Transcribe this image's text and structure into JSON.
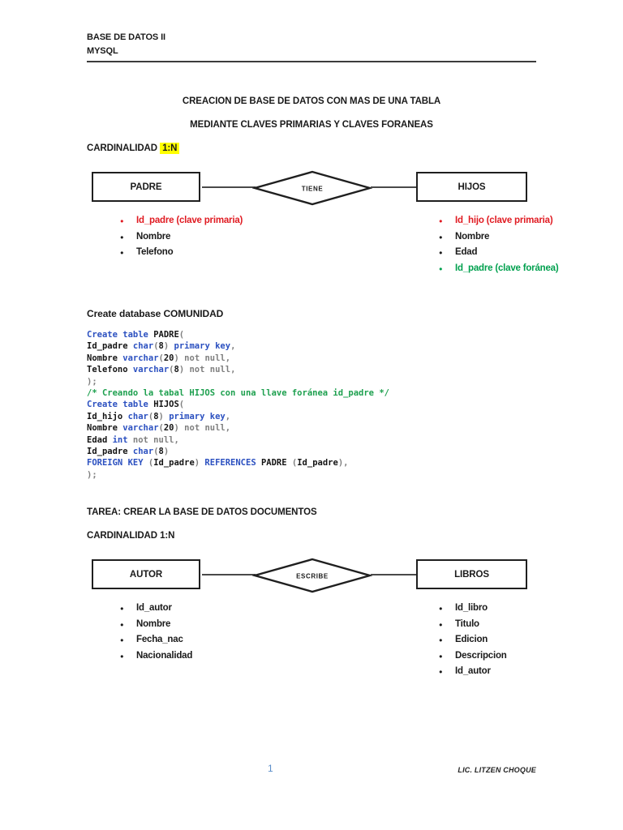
{
  "header": {
    "course": "BASE DE DATOS II",
    "subject": "MYSQL"
  },
  "titles": {
    "main": "CREACION DE BASE DE DATOS CON MAS DE UNA TABLA",
    "sub": "MEDIANTE CLAVES PRIMARIAS Y CLAVES FORANEAS"
  },
  "colors": {
    "highlight_yellow": "#ffff00",
    "attribute_red": "#e01b22",
    "attribute_green": "#00a04e",
    "code_keyword_blue": "#2b50c0",
    "code_comment_green": "#1ea04f",
    "code_muted_gray": "#7f7f7f",
    "page_number_blue": "#5b8dc9"
  },
  "section1": {
    "cardinality_label": "CARDINALIDAD",
    "cardinality_value": "1:N",
    "diagram": {
      "left_entity": "PADRE",
      "relation": "TIENE",
      "right_entity": "HIJOS"
    },
    "left_attributes": [
      {
        "text": "Id_padre (clave primaria)",
        "style": "red"
      },
      {
        "text": "Nombre",
        "style": "plain"
      },
      {
        "text": "Telefono",
        "style": "plain"
      }
    ],
    "right_attributes": [
      {
        "text": "Id_hijo (clave primaria)",
        "style": "red"
      },
      {
        "text": "Nombre",
        "style": "plain"
      },
      {
        "text": "Edad",
        "style": "plain"
      },
      {
        "text": "Id_padre (clave foránea)",
        "style": "green"
      }
    ]
  },
  "create_db_heading": "Create database COMUNIDAD",
  "sql_code": [
    [
      [
        "kw",
        "Create table "
      ],
      [
        "id",
        "PADRE"
      ],
      [
        "pn",
        "("
      ]
    ],
    [
      [
        "id",
        "Id_padre "
      ],
      [
        "kw",
        "char"
      ],
      [
        "pn",
        "("
      ],
      [
        "num",
        "8"
      ],
      [
        "pn",
        ") "
      ],
      [
        "kw",
        "primary key"
      ],
      [
        "pn",
        ","
      ]
    ],
    [
      [
        "id",
        "Nombre "
      ],
      [
        "kw",
        "varchar"
      ],
      [
        "pn",
        "("
      ],
      [
        "num",
        "20"
      ],
      [
        "pn",
        ") "
      ],
      [
        "gr",
        "not null"
      ],
      [
        "pn",
        ","
      ]
    ],
    [
      [
        "id",
        "Telefono "
      ],
      [
        "kw",
        "varchar"
      ],
      [
        "pn",
        "("
      ],
      [
        "num",
        "8"
      ],
      [
        "pn",
        ") "
      ],
      [
        "gr",
        "not null"
      ],
      [
        "pn",
        ","
      ]
    ],
    [
      [
        "pn",
        ");"
      ]
    ],
    [
      [
        "cm",
        "/* Creando la tabal HIJOS con una llave foránea id_padre */"
      ]
    ],
    [
      [
        "kw",
        "Create table "
      ],
      [
        "id",
        "HIJOS"
      ],
      [
        "pn",
        "("
      ]
    ],
    [
      [
        "id",
        "Id_hijo "
      ],
      [
        "kw",
        "char"
      ],
      [
        "pn",
        "("
      ],
      [
        "num",
        "8"
      ],
      [
        "pn",
        ") "
      ],
      [
        "kw",
        "primary key"
      ],
      [
        "pn",
        ","
      ]
    ],
    [
      [
        "id",
        "Nombre "
      ],
      [
        "kw",
        "varchar"
      ],
      [
        "pn",
        "("
      ],
      [
        "num",
        "20"
      ],
      [
        "pn",
        ") "
      ],
      [
        "gr",
        "not null"
      ],
      [
        "pn",
        ","
      ]
    ],
    [
      [
        "id",
        "Edad "
      ],
      [
        "kw",
        "int"
      ],
      [
        "gr",
        " not null"
      ],
      [
        "pn",
        ","
      ]
    ],
    [
      [
        "id",
        "Id_padre "
      ],
      [
        "kw",
        "char"
      ],
      [
        "pn",
        "("
      ],
      [
        "num",
        "8"
      ],
      [
        "pn",
        ")"
      ]
    ],
    [
      [
        "kw",
        "FOREIGN KEY "
      ],
      [
        "pn",
        "("
      ],
      [
        "id",
        "Id_padre"
      ],
      [
        "pn",
        ") "
      ],
      [
        "kw",
        "REFERENCES "
      ],
      [
        "id",
        "PADRE "
      ],
      [
        "pn",
        "("
      ],
      [
        "id",
        "Id_padre"
      ],
      [
        "pn",
        "),"
      ]
    ],
    [
      [
        "pn",
        ");"
      ]
    ]
  ],
  "task_heading": "TAREA: CREAR LA BASE DE DATOS DOCUMENTOS",
  "section2": {
    "cardinality_label": "CARDINALIDAD",
    "cardinality_value": "1:N",
    "diagram": {
      "left_entity": "AUTOR",
      "relation": "ESCRIBE",
      "right_entity": "LIBROS"
    },
    "left_attributes": [
      {
        "text": "Id_autor",
        "style": "plain"
      },
      {
        "text": "Nombre",
        "style": "plain"
      },
      {
        "text": "Fecha_nac",
        "style": "plain"
      },
      {
        "text": "Nacionalidad",
        "style": "plain"
      }
    ],
    "right_attributes": [
      {
        "text": "Id_libro",
        "style": "plain"
      },
      {
        "text": "Titulo",
        "style": "plain"
      },
      {
        "text": "Edicion",
        "style": "plain"
      },
      {
        "text": "Descripcion",
        "style": "plain"
      },
      {
        "text": "Id_autor",
        "style": "plain"
      }
    ]
  },
  "footer": {
    "page_number": "1",
    "author": "LIC. LITZEN CHOQUE"
  }
}
